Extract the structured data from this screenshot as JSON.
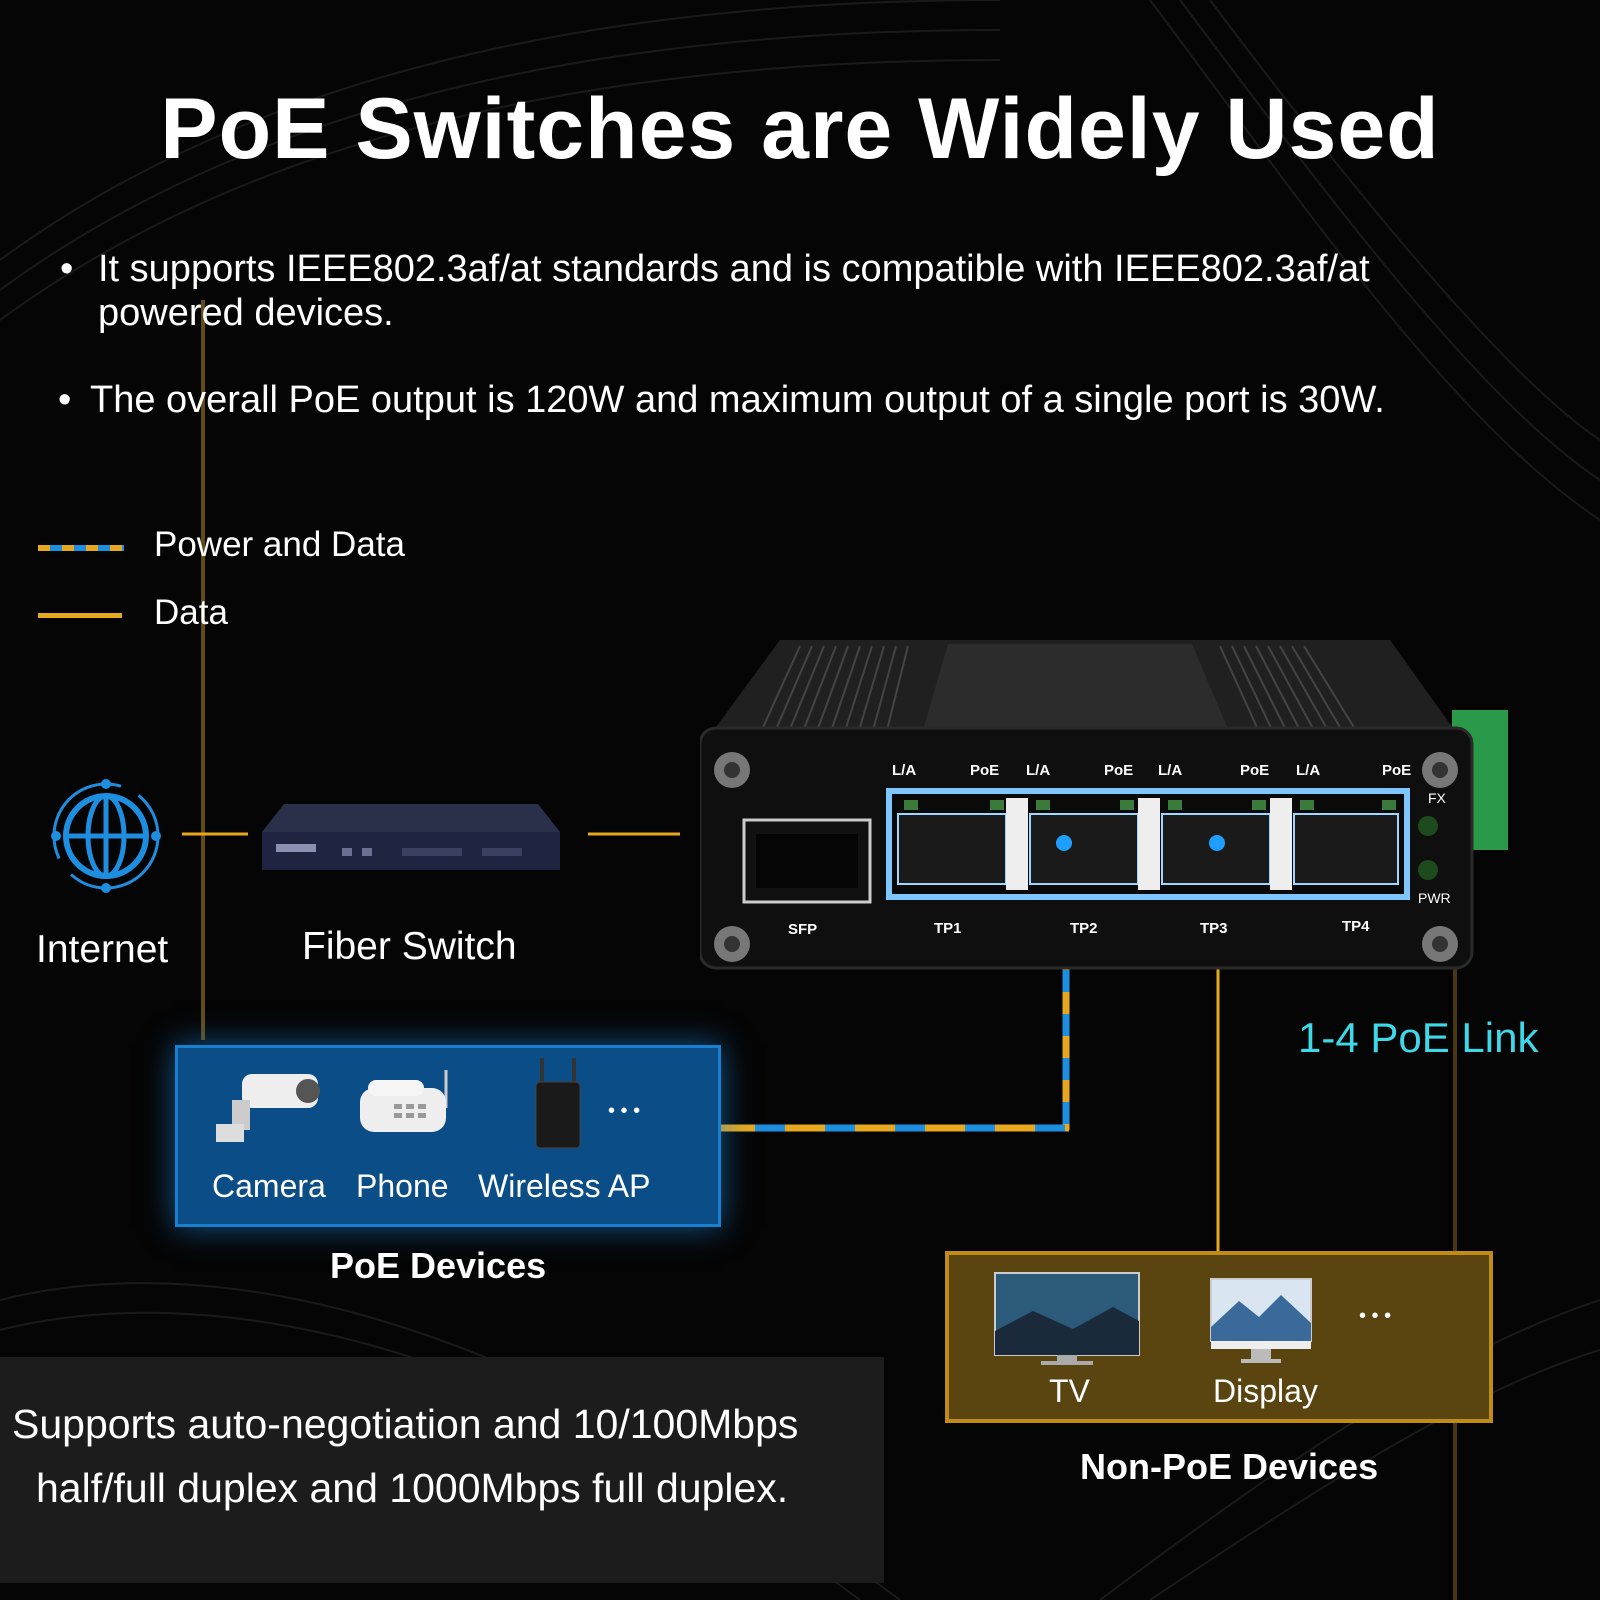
{
  "title": "PoE Switches are Widely Used",
  "bullets": [
    "It supports IEEE802.3af/at standards and is compatible with IEEE802.3af/at powered devices.",
    "The overall PoE output is 120W and maximum output of a single port is 30W."
  ],
  "legend": {
    "power_and_data": "Power and Data",
    "data": "Data"
  },
  "colors": {
    "data_line": "#e6a81f",
    "power_line": "#1e8fe0",
    "poe_box": "#0b4d86",
    "nonpoe_box": "#c08b16",
    "link_text": "#3fd8e8"
  },
  "network": {
    "internet_label": "Internet",
    "fiber_switch_label": "Fiber Switch"
  },
  "switch": {
    "top_labels": [
      "L/A",
      "PoE",
      "L/A",
      "PoE",
      "L/A",
      "PoE",
      "L/A",
      "PoE"
    ],
    "bottom_labels": [
      "SFP",
      "TP1",
      "TP2",
      "TP3",
      "TP4"
    ],
    "side_labels": [
      "FX",
      "PWR"
    ]
  },
  "link_label": "1-4 PoE Link",
  "poe_devices": {
    "items": [
      "Camera",
      "Phone",
      "Wireless AP"
    ],
    "ellipsis": "• • •",
    "caption": "PoE Devices"
  },
  "nonpoe_devices": {
    "items": [
      "TV",
      "Display"
    ],
    "ellipsis": "• • •",
    "caption": "Non-PoE Devices"
  },
  "note": {
    "line1": "Supports auto-negotiation and 10/100Mbps",
    "line2": "half/full duplex and 1000Mbps full duplex."
  }
}
